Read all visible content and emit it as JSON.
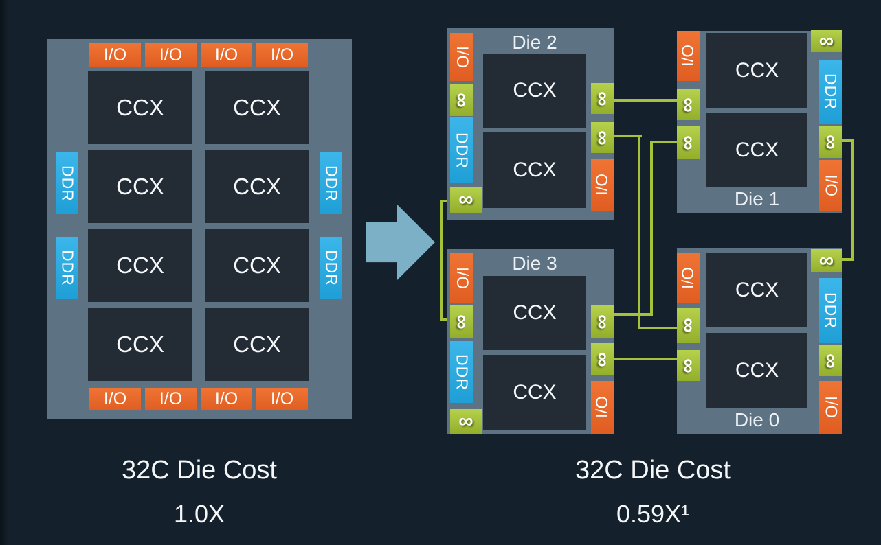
{
  "labels": {
    "ccx": "CCX",
    "io": "I/O",
    "ddr": "DDR",
    "infinity": "∞"
  },
  "dies": {
    "die0": {
      "title": "Die 0"
    },
    "die1": {
      "title": "Die 1"
    },
    "die2": {
      "title": "Die 2"
    },
    "die3": {
      "title": "Die 3"
    }
  },
  "captions": {
    "left": {
      "line1": "32C Die Cost",
      "line2": "1.0X"
    },
    "right": {
      "line1": "32C Die Cost",
      "line2": "0.59X¹"
    }
  },
  "colors": {
    "io_orange": "#E8672C",
    "ddr_blue": "#2BACE3",
    "infinity_green": "#A5C23A",
    "die_gray": "#5D7282",
    "ccx_dark": "#232C35",
    "arrow_blue": "#7CB0C6",
    "background": "#14202B",
    "text": "#F5F7F8"
  }
}
